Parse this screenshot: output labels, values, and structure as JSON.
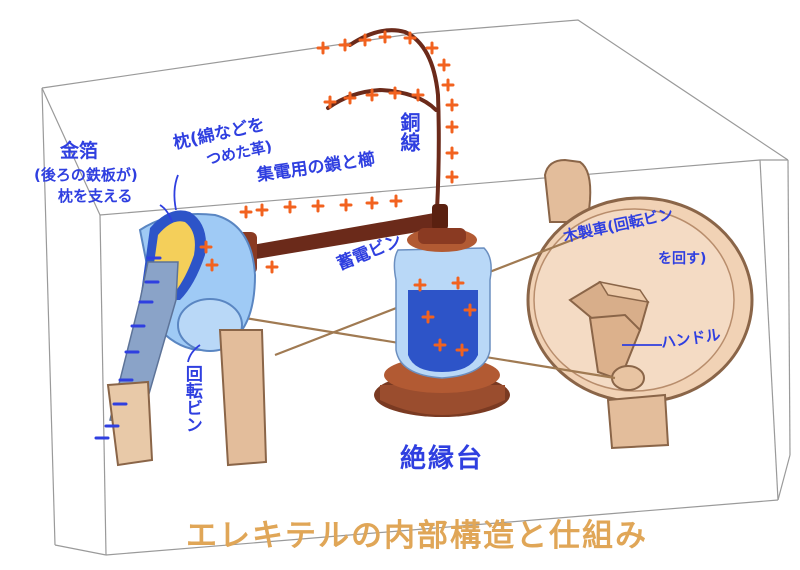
{
  "title": "エレキテルの内部構造と仕組み",
  "labels": {
    "kinpaku": "金箔",
    "kinpaku_note_1": "(後ろの鉄板が)",
    "kinpaku_note_2": "枕を支える",
    "makura_1": "枕(綿などを",
    "makura_2": "つめた革)",
    "chain_comb": "集電用の鎖と櫛",
    "copper_wire": "銅線",
    "leyden": "蓄電ビン",
    "wheel_1": "木製車(回転ビン",
    "wheel_2": "を回す)",
    "handle": "ハンドル",
    "rotating_jar": "回転ビン",
    "insulator": "絶縁台"
  },
  "colors": {
    "label": "#2f3fe0",
    "title": "#e0a657",
    "plus_charge": "#f2621f",
    "minus_charge": "#2f3fe0",
    "wood": "#e6c3a3",
    "dark_wood": "#7a3a22",
    "glass": "#9fcaf5",
    "gold_leaf": "#f4cf5a"
  }
}
